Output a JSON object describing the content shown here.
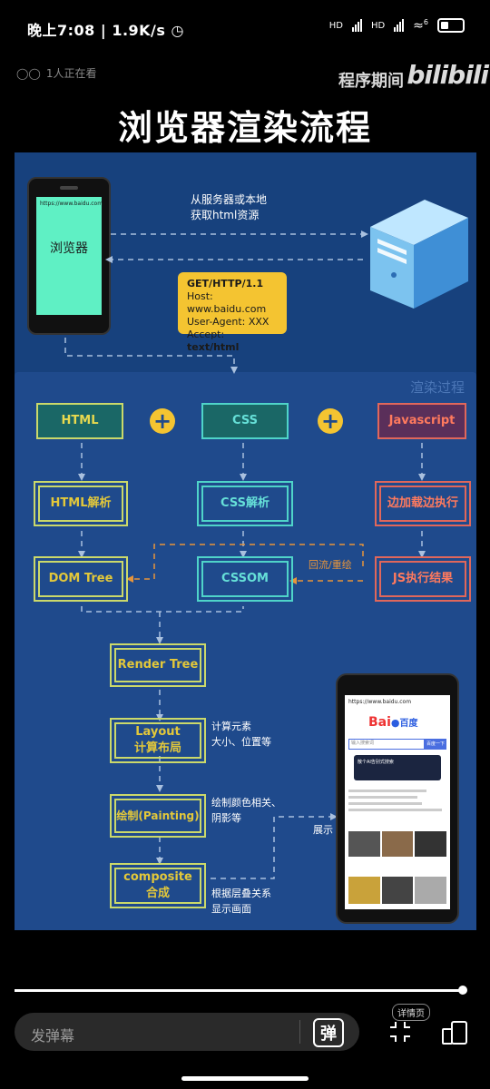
{
  "status_bar": {
    "time": "晚上7:08",
    "speed": "1.9K/s",
    "network_1": "HD",
    "network_2": "HD",
    "wifi_badge": "6"
  },
  "video": {
    "watchers": "1人正在看",
    "channel": "程序期间",
    "platform_logo": "bilibili",
    "title": "浏览器渲染流程",
    "progress": 0.995
  },
  "diagram": {
    "browser_url": "https://www.baidu.com",
    "browser_label": "浏览器",
    "request_note": [
      "从服务器或本地",
      "获取html资源"
    ],
    "http_request": {
      "line1": "GET/HTTP/1.1",
      "line2": "Host: www.baidu.com",
      "line3": "User-Agent: XXX",
      "line4_prefix": "Accept: ",
      "line4_value": "text/html"
    },
    "render_process_label": "渲染过程",
    "inputs": [
      "HTML",
      "CSS",
      "Javascript"
    ],
    "parse_steps": [
      "HTML解析",
      "CSS解析",
      "边加载边执行"
    ],
    "tree_steps": [
      "DOM Tree",
      "CSSOM",
      "JS执行结果"
    ],
    "reflow_label": "回流/重绘",
    "render_tree": "Render Tree",
    "layout": [
      "Layout",
      "计算布局"
    ],
    "layout_note": [
      "计算元素",
      "大小、位置等"
    ],
    "painting": "绘制(Painting)",
    "painting_note": [
      "绘制颜色相关、",
      "阴影等"
    ],
    "composite": [
      "composite",
      "合成"
    ],
    "composite_note": [
      "根据层叠关系",
      "显示画面"
    ],
    "display_label": "展示",
    "result_phone": {
      "url": "https://www.baidu.com",
      "logo_text": "Bai",
      "logo_suffix": "百度",
      "search_placeholder": "输入搜索词",
      "search_button": "百度一下",
      "banner": "散个AI告别式搜索"
    }
  },
  "controls": {
    "danmu_placeholder": "发弹幕",
    "danmu_button": "弹",
    "detail_label": "详情页"
  },
  "colors": {
    "diagram_bg": "#17417d",
    "panel_bg": "#1f4a8c",
    "accent_yellow": "#f4c431",
    "accent_teal": "#4fd4c9",
    "accent_red": "#e0675b",
    "screen_green": "#5ff0c4"
  }
}
